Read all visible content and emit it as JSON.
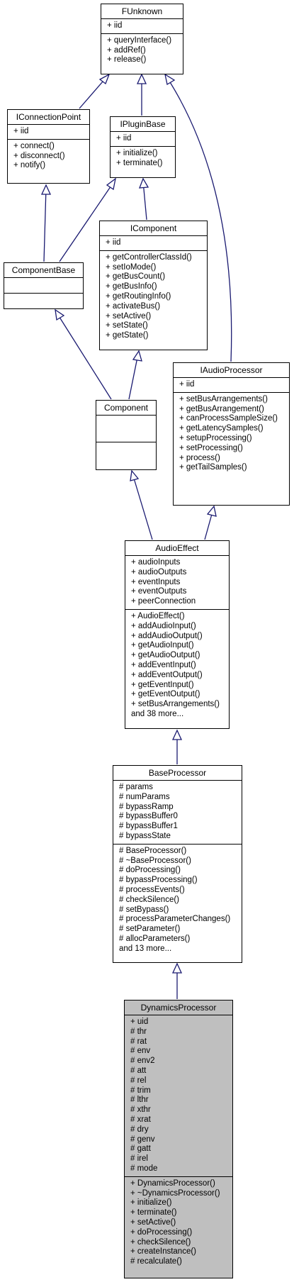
{
  "classes": {
    "funknown": {
      "name": "FUnknown",
      "attributes": [
        "+ iid"
      ],
      "operations": [
        "+ queryInterface()",
        "+ addRef()",
        "+ release()"
      ]
    },
    "iconnectionpoint": {
      "name": "IConnectionPoint",
      "attributes": [
        "+ iid"
      ],
      "operations": [
        "+ connect()",
        "+ disconnect()",
        "+ notify()"
      ]
    },
    "ipluginbase": {
      "name": "IPluginBase",
      "attributes": [
        "+ iid"
      ],
      "operations": [
        "+ initialize()",
        "+ terminate()"
      ]
    },
    "icomponent": {
      "name": "IComponent",
      "attributes": [
        "+ iid"
      ],
      "operations": [
        "+ getControllerClassId()",
        "+ setIoMode()",
        "+ getBusCount()",
        "+ getBusInfo()",
        "+ getRoutingInfo()",
        "+ activateBus()",
        "+ setActive()",
        "+ setState()",
        "+ getState()"
      ]
    },
    "componentbase": {
      "name": "ComponentBase",
      "attributes": [],
      "operations": []
    },
    "component": {
      "name": "Component",
      "attributes": [],
      "operations": []
    },
    "iaudioprocessor": {
      "name": "IAudioProcessor",
      "attributes": [
        "+ iid"
      ],
      "operations": [
        "+ setBusArrangements()",
        "+ getBusArrangement()",
        "+ canProcessSampleSize()",
        "+ getLatencySamples()",
        "+ setupProcessing()",
        "+ setProcessing()",
        "+ process()",
        "+ getTailSamples()"
      ]
    },
    "audioeffect": {
      "name": "AudioEffect",
      "attributes": [
        "+ audioInputs",
        "+ audioOutputs",
        "+ eventInputs",
        "+ eventOutputs",
        "+ peerConnection"
      ],
      "operations": [
        "+ AudioEffect()",
        "+ addAudioInput()",
        "+ addAudioOutput()",
        "+ getAudioInput()",
        "+ getAudioOutput()",
        "+ addEventInput()",
        "+ addEventOutput()",
        "+ getEventInput()",
        "+ getEventOutput()",
        "+ setBusArrangements()",
        "and 38 more..."
      ]
    },
    "baseprocessor": {
      "name": "BaseProcessor",
      "attributes": [
        "# params",
        "# numParams",
        "# bypassRamp",
        "# bypassBuffer0",
        "# bypassBuffer1",
        "# bypassState"
      ],
      "operations": [
        "# BaseProcessor()",
        "# ~BaseProcessor()",
        "# doProcessing()",
        "# bypassProcessing()",
        "# processEvents()",
        "# checkSilence()",
        "# setBypass()",
        "# processParameterChanges()",
        "# setParameter()",
        "# allocParameters()",
        "and 13 more..."
      ]
    },
    "dynamicsprocessor": {
      "name": "DynamicsProcessor",
      "attributes": [
        "+ uid",
        "# thr",
        "# rat",
        "# env",
        "# env2",
        "# att",
        "# rel",
        "# trim",
        "# lthr",
        "# xthr",
        "# xrat",
        "# dry",
        "# genv",
        "# gatt",
        "# irel",
        "# mode"
      ],
      "operations": [
        "+ DynamicsProcessor()",
        "+ ~DynamicsProcessor()",
        "+ initialize()",
        "+ terminate()",
        "+ setActive()",
        "+ doProcessing()",
        "+ checkSilence()",
        "+ createInstance()",
        "# recalculate()"
      ]
    }
  },
  "colors": {
    "edge": "#191970",
    "border": "#000000",
    "selected_fill": "#bfbfbf"
  }
}
